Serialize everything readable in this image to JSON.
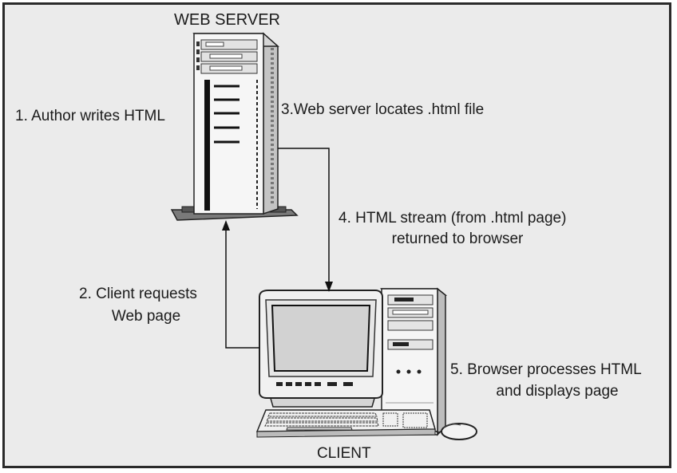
{
  "diagram": {
    "web_server_title": "WEB SERVER",
    "client_title": "CLIENT",
    "step1": "1. Author writes HTML",
    "step2_line1": "2. Client requests",
    "step2_line2": "Web page",
    "step3": "3.Web server locates .html file",
    "step4_line1": "4. HTML stream (from .html page)",
    "step4_line2": "returned to browser",
    "step5_line1": "5. Browser processes HTML",
    "step5_line2": "and displays page"
  },
  "icons": [
    "server-tower-icon",
    "crt-monitor-icon",
    "desktop-tower-icon",
    "keyboard-icon",
    "mouse-icon"
  ]
}
